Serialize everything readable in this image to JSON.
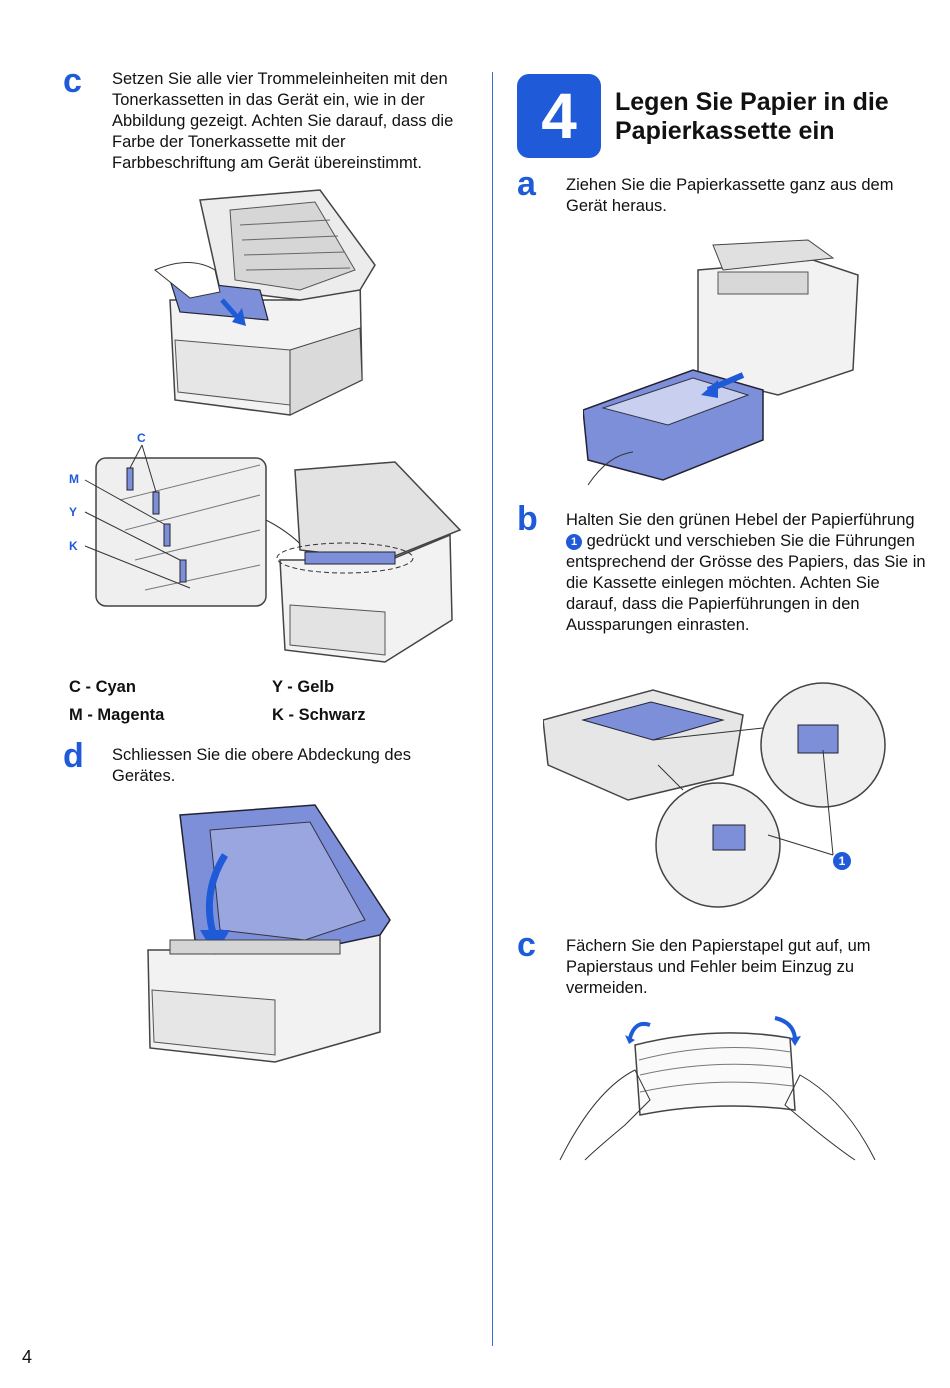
{
  "left": {
    "step_c": {
      "letter": "c",
      "text": "Setzen Sie alle vier Trommeleinheiten mit den Tonerkassetten in das Gerät ein, wie in der Abbildung gezeigt. Achten Sie darauf, dass die Farbe der Tonerkassette mit der Farbbeschriftung am Gerät übereinstimmt."
    },
    "figure_labels": {
      "c": "C",
      "m": "M",
      "y": "Y",
      "k": "K"
    },
    "legend": {
      "cyan": "C - Cyan",
      "yellow": "Y - Gelb",
      "magenta": "M - Magenta",
      "black": "K - Schwarz"
    },
    "step_d": {
      "letter": "d",
      "text": "Schliessen Sie die obere Abdeckung des Gerätes."
    }
  },
  "right": {
    "section": {
      "number": "4",
      "title": "Legen Sie Papier in die Papierkassette ein"
    },
    "step_a": {
      "letter": "a",
      "text": "Ziehen Sie die Papierkassette ganz aus dem Gerät heraus."
    },
    "step_b": {
      "letter": "b",
      "text_before": "Halten Sie den grünen Hebel der Papierführung",
      "callout": "1",
      "text_after": "gedrückt und verschieben Sie die Führungen entsprechend der Grösse des Papiers, das Sie in die Kassette einlegen möchten. Achten Sie darauf, dass die Papierführungen in den Aussparungen einrasten."
    },
    "figure_callout": "1",
    "step_c": {
      "letter": "c",
      "text": "Fächern Sie den Papierstapel gut auf, um Papierstaus und Fehler beim Einzug zu vermeiden."
    }
  },
  "page_number": "4",
  "colors": {
    "accent": "#1f5bd8",
    "illustration_blue": "#7d8fd8",
    "illustration_gray": "#e6e6e6"
  }
}
